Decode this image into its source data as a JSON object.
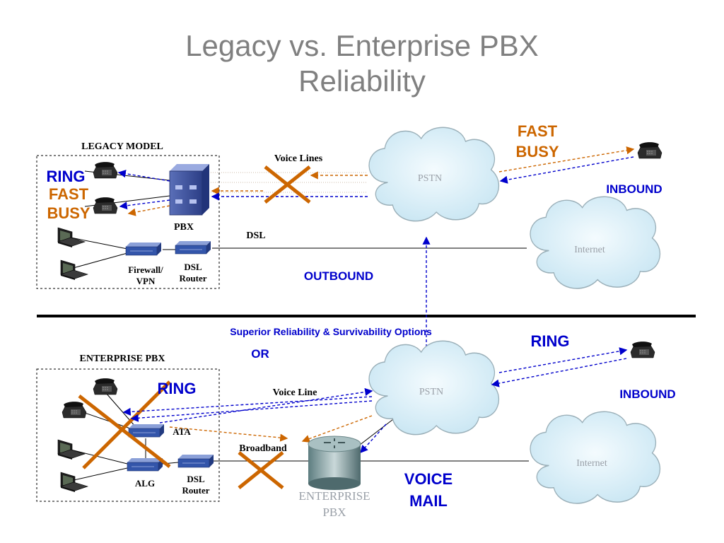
{
  "title": {
    "line1": "Legacy vs. Enterprise PBX",
    "line2": "Reliability"
  },
  "colors": {
    "title": "#808080",
    "blue_text": "#0000CC",
    "orange_text": "#CC6600",
    "cross": "#CC6600",
    "arrow_blue": "#0000CC",
    "arrow_orange": "#CC6600",
    "cloud_fill": "#D9EEF7",
    "device_blue": "#3355AA"
  },
  "legacy": {
    "heading": "LEGACY MODEL",
    "pbx_label": "PBX",
    "firewall_label_1": "Firewall/",
    "firewall_label_2": "VPN",
    "dsl_router_label_1": "DSL",
    "dsl_router_label_2": "Router",
    "voice_lines": "Voice Lines",
    "dsl": "DSL",
    "ring": "RING",
    "fast_busy_1": "FAST",
    "fast_busy_2": "BUSY",
    "pstn": "PSTN",
    "internet": "Internet",
    "remote_fast": "FAST",
    "remote_busy": "BUSY",
    "inbound": "INBOUND",
    "outbound": "OUTBOUND"
  },
  "middle": {
    "superior": "Superior Reliability & Survivability Options",
    "or": "OR"
  },
  "enterprise": {
    "heading": "ENTERPRISE PBX",
    "ata_label": "ATA",
    "alg_label": "ALG",
    "dsl_router_label_1": "DSL",
    "dsl_router_label_2": "Router",
    "voice_line": "Voice Line",
    "broadband": "Broadband",
    "ring_local": "RING",
    "pstn": "PSTN",
    "internet": "Internet",
    "ring_remote": "RING",
    "inbound": "INBOUND",
    "voice_1": "VOICE",
    "voice_2": "MAIL",
    "pbx_1": "ENTERPRISE",
    "pbx_2": "PBX"
  }
}
